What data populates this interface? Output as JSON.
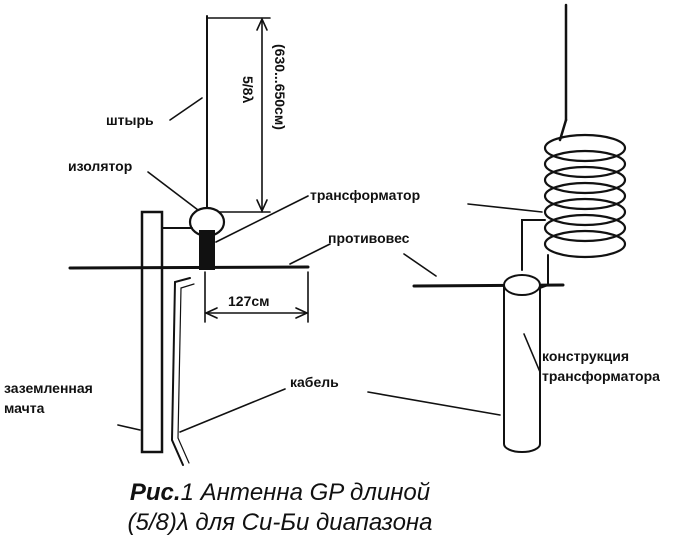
{
  "labels": {
    "whip": "штырь",
    "insulator": "изолятор",
    "grounded_mast_line1": "заземленная",
    "grounded_mast_line2": "мачта",
    "cable": "кабель",
    "transformer": "трансформатор",
    "counterpoise": "противовес",
    "transformer_design_line1": "конструкция",
    "transformer_design_line2": "трансформатора",
    "length_fraction": "5/8λ",
    "length_range": "(630...650см)",
    "counterpoise_length": "127см"
  },
  "caption": {
    "fig_number": "Рис.",
    "fig_index": "1",
    "line1": "Антенна GP длиной",
    "line2": "(5/8)λ для Си-Би диапазона"
  },
  "colors": {
    "ink": "#111111",
    "background": "#ffffff"
  }
}
